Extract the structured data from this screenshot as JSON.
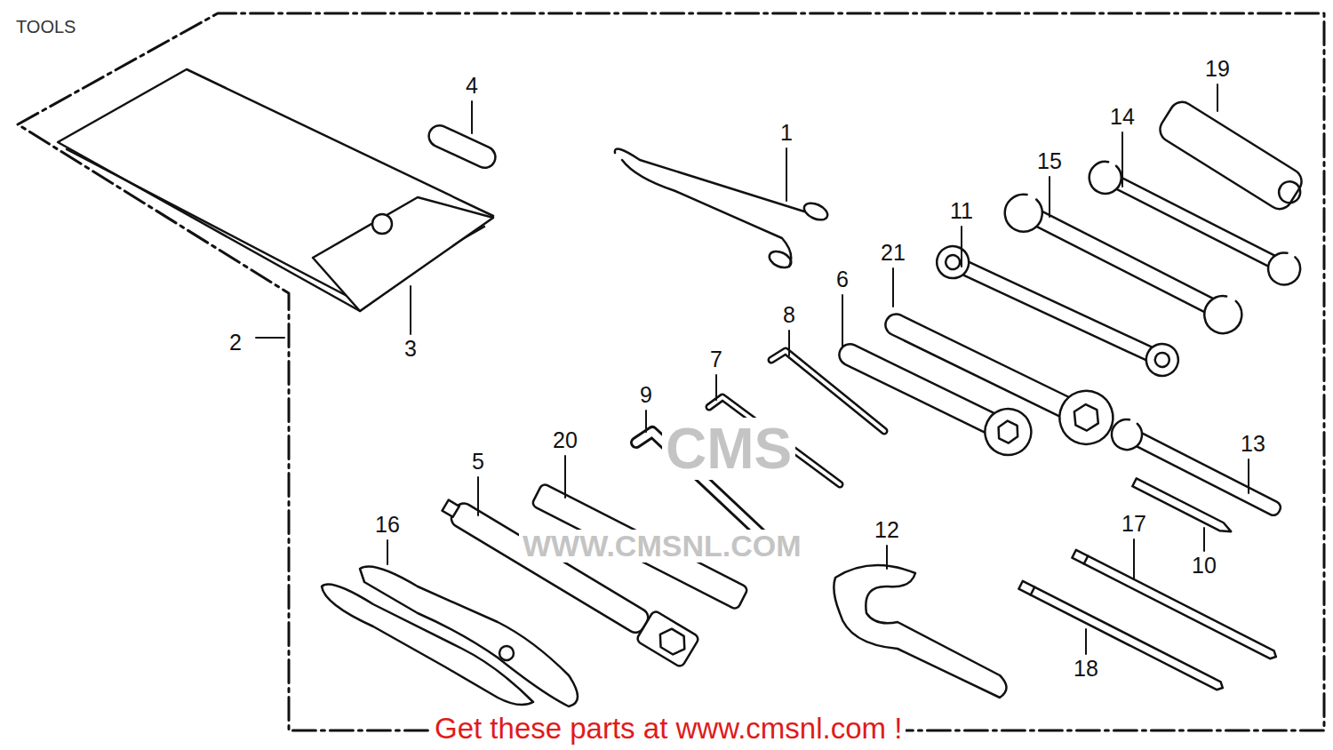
{
  "diagram": {
    "title": "TOOLS",
    "caption": "Get these parts at www.cmsnl.com !",
    "labels": [
      "4",
      "1",
      "19",
      "14",
      "15",
      "11",
      "21",
      "6",
      "8",
      "7",
      "9",
      "20",
      "5",
      "16",
      "2",
      "3",
      "12",
      "13",
      "10",
      "17",
      "18",
      "CMS",
      "WWW.CMSNL.COM"
    ]
  }
}
